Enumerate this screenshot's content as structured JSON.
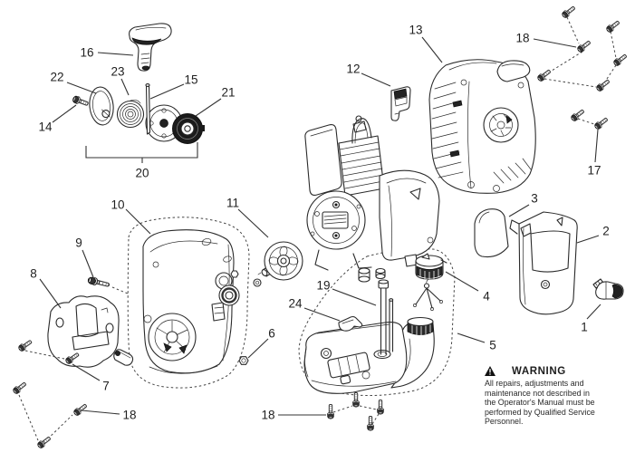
{
  "colors": {
    "background": "#ffffff",
    "line": "#2a2a2a",
    "dark_fill": "#222222"
  },
  "callouts": {
    "n1": {
      "label": "1",
      "part": "air-filter-cover-knob"
    },
    "n2": {
      "label": "2",
      "part": "air-filter-cover"
    },
    "n3": {
      "label": "3",
      "part": "air-filter-element"
    },
    "n4": {
      "label": "4",
      "part": "fuel-cap-with-retainer"
    },
    "n5": {
      "label": "5",
      "part": "fuel-tank-assembly"
    },
    "n6": {
      "label": "6",
      "part": "flange-nut"
    },
    "n7": {
      "label": "7",
      "part": "shield-screws"
    },
    "n8": {
      "label": "8",
      "part": "heat-shield"
    },
    "n9": {
      "label": "9",
      "part": "screw"
    },
    "n10": {
      "label": "10",
      "part": "starter-housing-assembly"
    },
    "n11": {
      "label": "11",
      "part": "clutch-drum"
    },
    "n12": {
      "label": "12",
      "part": "stop-switch"
    },
    "n13": {
      "label": "13",
      "part": "engine-cover"
    },
    "n14": {
      "label": "14",
      "part": "starter-screw"
    },
    "n15": {
      "label": "15",
      "part": "starter-rope-guide-pin"
    },
    "n16": {
      "label": "16",
      "part": "starter-handle"
    },
    "n17": {
      "label": "17",
      "part": "cover-screws"
    },
    "n18a": {
      "label": "18",
      "part": "screws-upper-right"
    },
    "n18b": {
      "label": "18",
      "part": "screws-lower-left"
    },
    "n18c": {
      "label": "18",
      "part": "screws-lower-center"
    },
    "n19": {
      "label": "19",
      "part": "fuel-pickup-tube"
    },
    "n20": {
      "label": "20",
      "part": "recoil-starter-assembly"
    },
    "n21": {
      "label": "21",
      "part": "starter-pulley"
    },
    "n22": {
      "label": "22",
      "part": "starter-cup-washer"
    },
    "n23": {
      "label": "23",
      "part": "recoil-spring"
    },
    "n24": {
      "label": "24",
      "part": "retainer-clip"
    }
  },
  "warning": {
    "title": "WARNING",
    "lines": [
      "All repairs, adjustments and",
      "maintenance not described in",
      "the Operator's Manual must be",
      "performed by Qualified Service",
      "Personnel."
    ]
  }
}
